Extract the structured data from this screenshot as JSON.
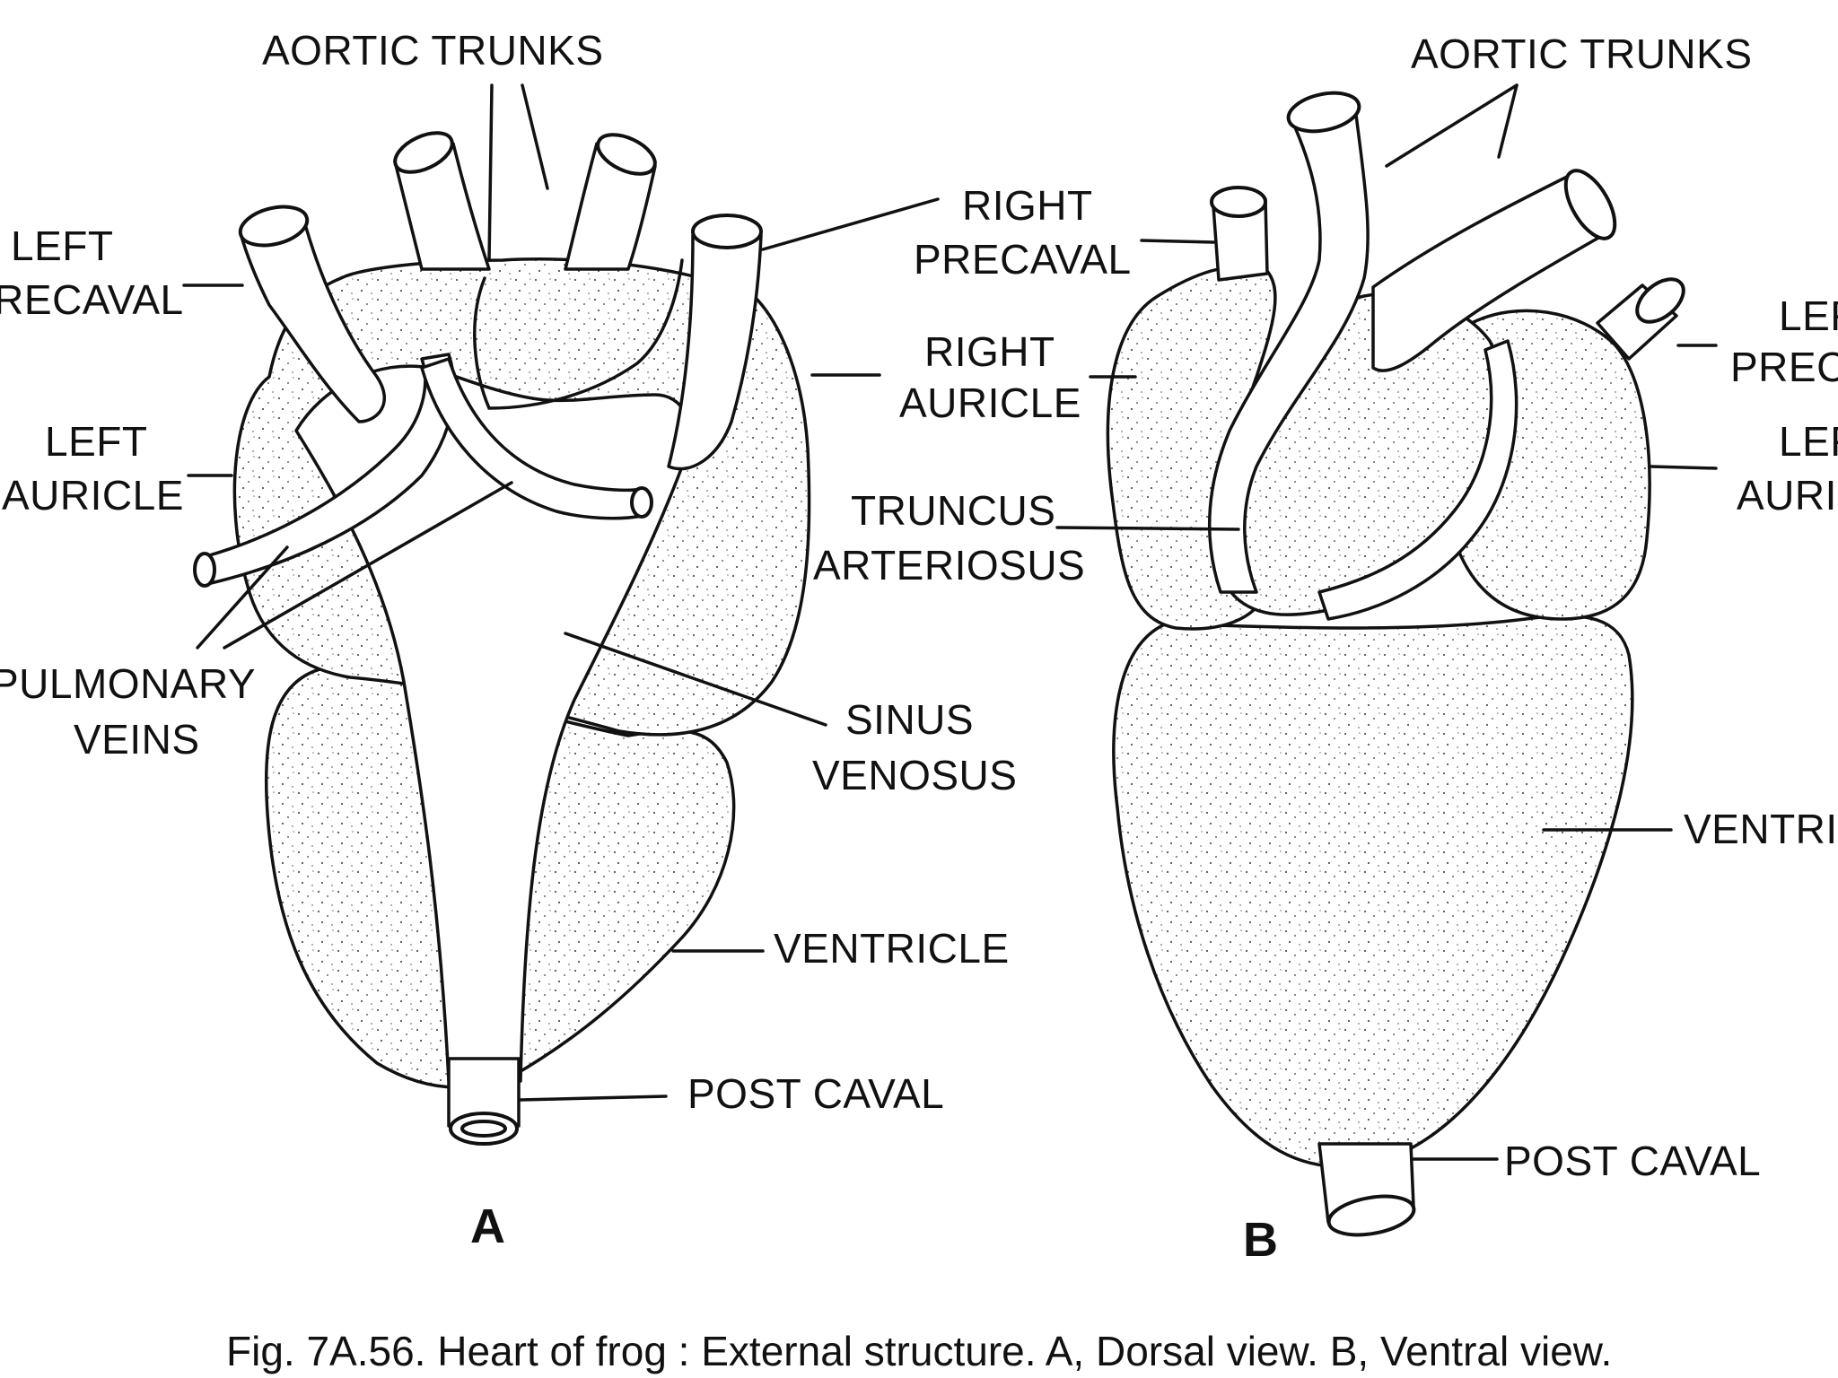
{
  "figure_a": {
    "view_letter": "A",
    "labels": {
      "aortic_trunks": "AORTIC TRUNKS",
      "left_precaval_1": "LEFT",
      "left_precaval_2": "PRECAVAL",
      "right_precaval_1": "RIGHT",
      "right_precaval_2": "PRECAVAL",
      "left_auricle_1": "LEFT",
      "left_auricle_2": "AURICLE",
      "right_auricle_1": "RIGHT",
      "right_auricle_2": "AURICLE",
      "pulmonary_veins_1": "PULMONARY",
      "pulmonary_veins_2": "VEINS",
      "sinus_venosus_1": "SINUS",
      "sinus_venosus_2": "VENOSUS",
      "ventricle": "VENTRICLE",
      "post_caval": "POST CAVAL"
    }
  },
  "figure_b": {
    "view_letter": "B",
    "labels": {
      "aortic_trunks": "AORTIC TRUNKS",
      "truncus_1": "TRUNCUS",
      "truncus_2": "ARTERIOSUS",
      "left_precaval_1": "LEFT",
      "left_precaval_2": "PRECAVAL",
      "left_auricle_1": "LEFT",
      "left_auricle_2": "AURICLE",
      "ventricle": "VENTRICLE",
      "post_caval": "POST CAVAL"
    }
  },
  "caption": "Fig. 7A.56. Heart of frog : External structure. A, Dorsal view. B, Ventral view."
}
